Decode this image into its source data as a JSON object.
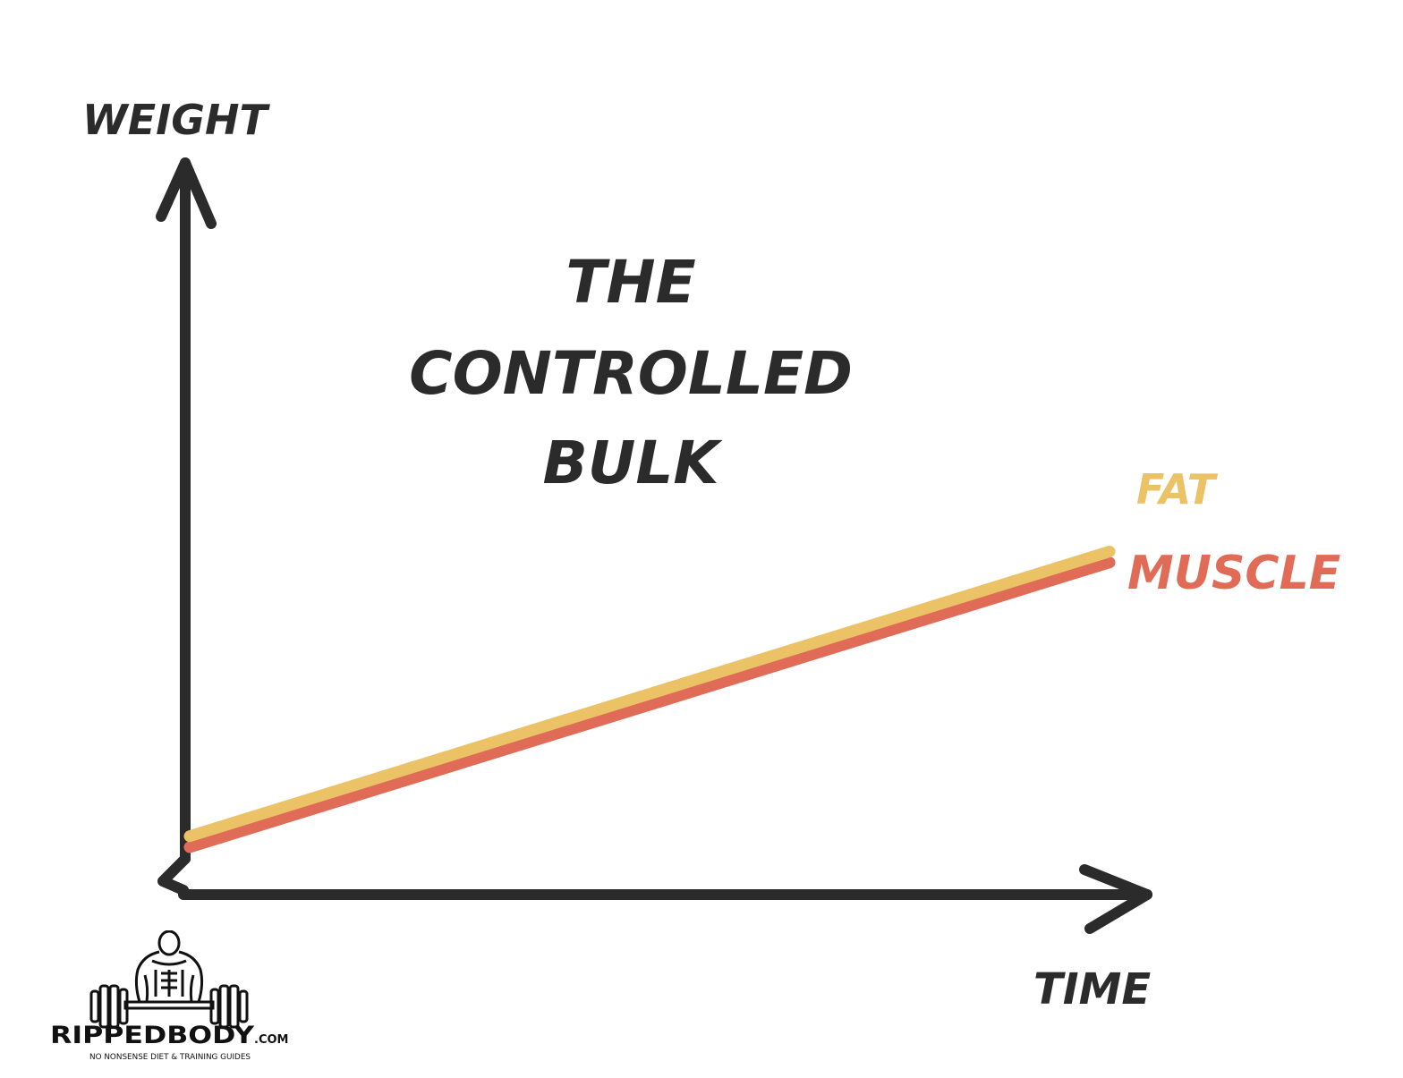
{
  "chart_data": {
    "type": "line",
    "title": "THE CONTROLLED BULK",
    "title_lines": [
      "THE",
      "CONTROLLED",
      "BULK"
    ],
    "xlabel": "TIME",
    "ylabel": "WEIGHT",
    "xlim": [
      0,
      10
    ],
    "ylim": [
      0,
      10
    ],
    "grid": false,
    "legend": "right, at line ends",
    "x": [
      0,
      10
    ],
    "series": [
      {
        "name": "FAT",
        "values": [
          0.8,
          4.7
        ],
        "color": "#ebc366"
      },
      {
        "name": "MUSCLE",
        "values": [
          0.65,
          4.55
        ],
        "color": "#e06c57"
      }
    ]
  },
  "logo": {
    "brand_main": "RIPPEDBODY",
    "brand_suffix": ".COM",
    "tagline": "NO NONSENSE DIET & TRAINING GUIDES"
  },
  "colors": {
    "ink": "#2b2b2b",
    "fat": "#ebc366",
    "muscle": "#e06c57"
  }
}
